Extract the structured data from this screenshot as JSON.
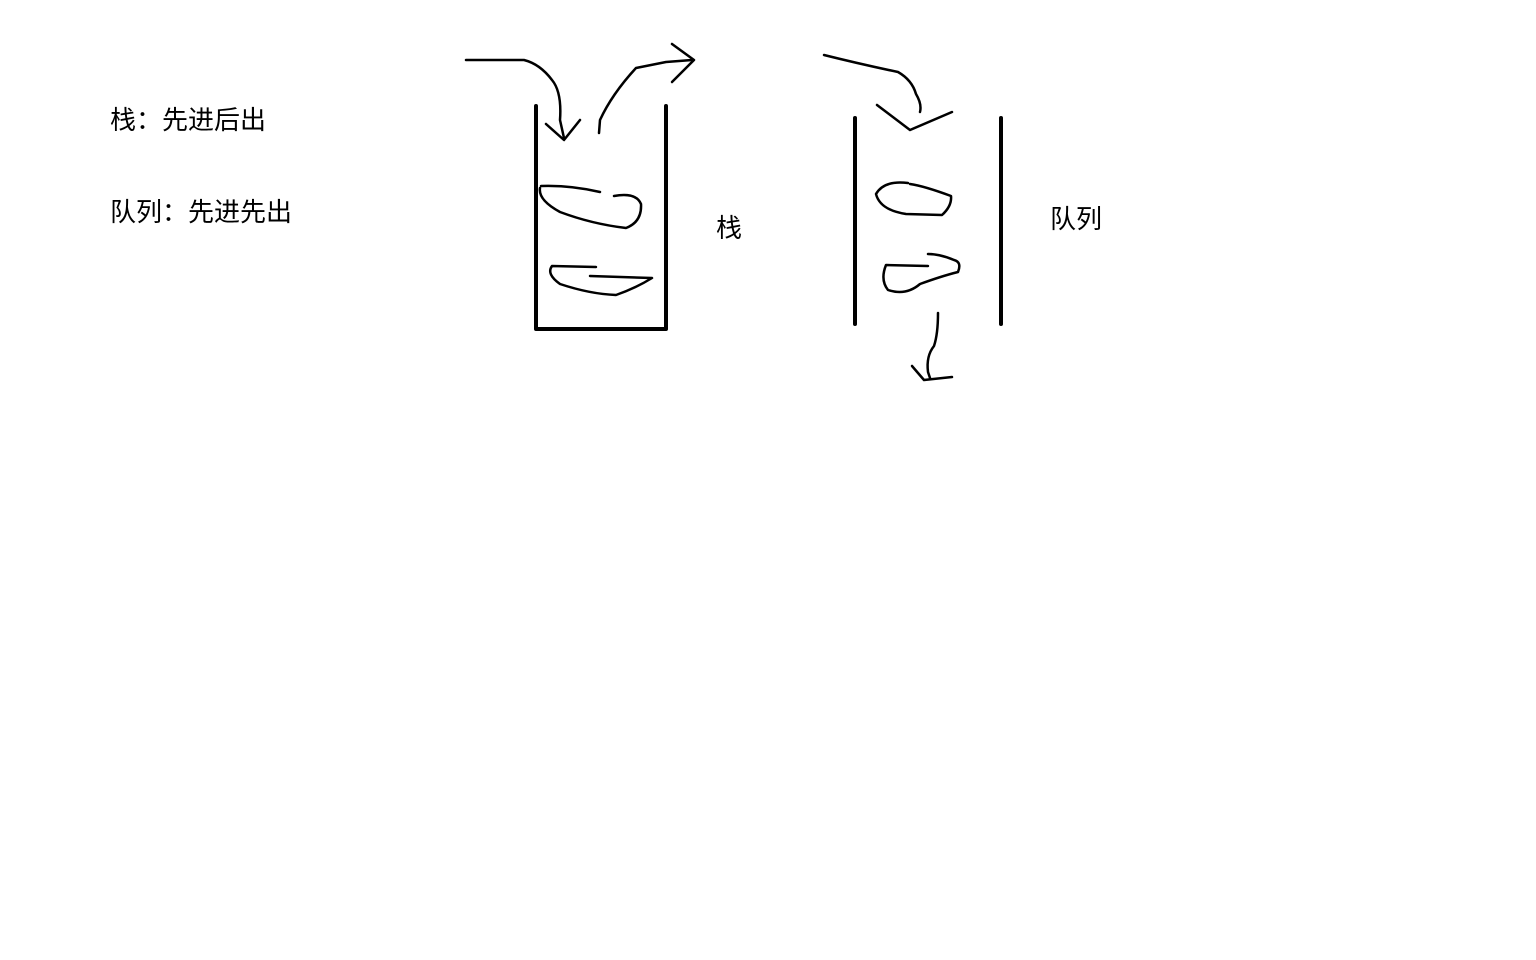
{
  "definitions": {
    "stack": "栈：先进后出",
    "queue": "队列：先进先出"
  },
  "labels": {
    "stack": "栈",
    "queue": "队列"
  },
  "colors": {
    "background": "#ffffff",
    "ink": "#000000"
  }
}
